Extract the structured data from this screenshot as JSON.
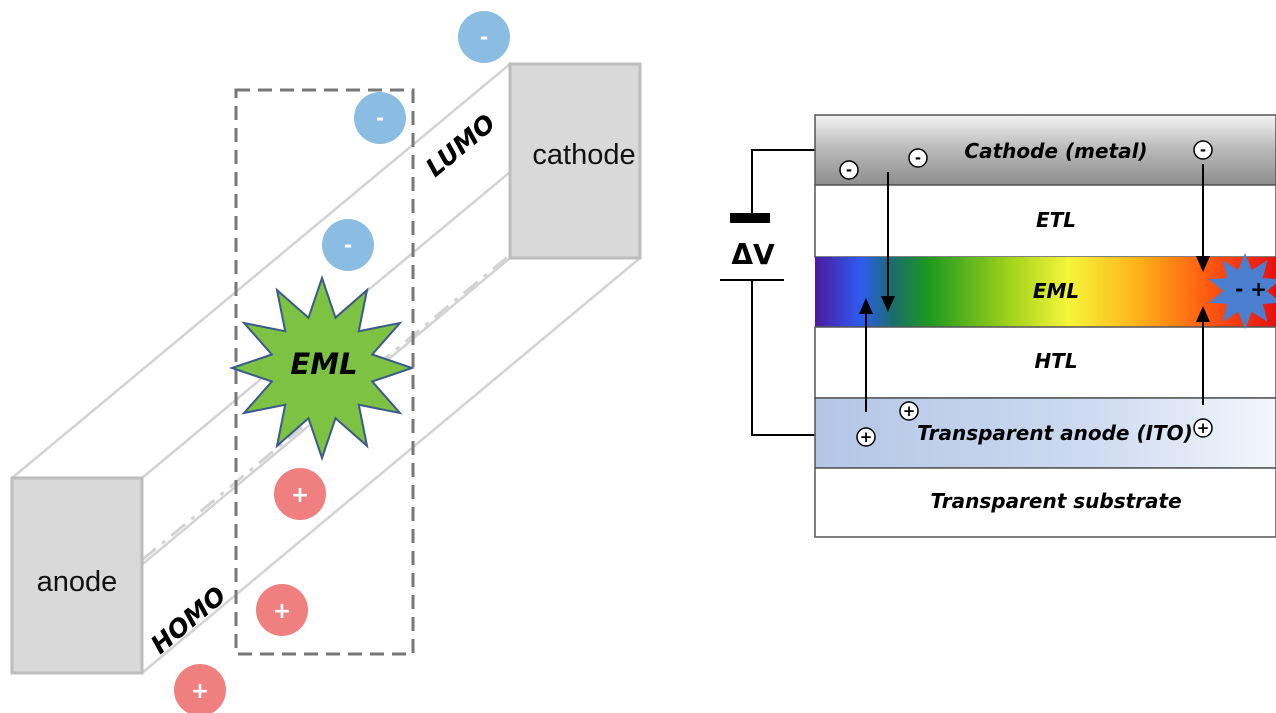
{
  "left_diagram": {
    "anode_label": "anode",
    "cathode_label": "cathode",
    "lumo_label": "LUMO",
    "homo_label": "HOMO",
    "eml_label": "EML",
    "electron_sign": "-",
    "hole_sign": "+"
  },
  "right_diagram": {
    "voltage_label": "ΔV",
    "layers": {
      "cathode": "Cathode (metal)",
      "etl": "ETL",
      "eml": "EML",
      "htl": "HTL",
      "anode": "Transparent anode (ITO)",
      "substrate": "Transparent substrate"
    },
    "electron_sign": "-",
    "hole_sign": "+",
    "exciton_label": "- +"
  },
  "colors": {
    "electron": "#8bbde3",
    "hole": "#f08080",
    "eml_star": "#7dc242",
    "exciton": "#4a7fd0",
    "cathode_box": "#d9d9d9"
  }
}
